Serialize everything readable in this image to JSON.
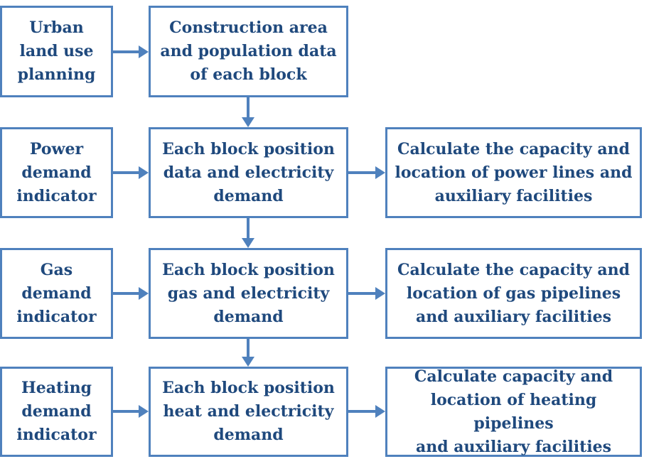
{
  "diagram": {
    "colors": {
      "border": "#4f81bd",
      "text": "#1f497d",
      "arrow": "#4f81bd"
    },
    "inputs": {
      "urban_planning": "Urban\nland use\nplanning",
      "power_indicator": "Power\ndemand\nindicator",
      "gas_indicator": "Gas\ndemand\nindicator",
      "heating_indicator": "Heating\ndemand\nindicator"
    },
    "blocks": {
      "construction_population": "Construction area\nand population data\nof each block",
      "power_demand": "Each block position\ndata and electricity\ndemand",
      "gas_demand": "Each block position\ngas and electricity\ndemand",
      "heat_demand": "Each block position\nheat and electricity\ndemand"
    },
    "outputs": {
      "power_calc": "Calculate the capacity and\nlocation of power lines and\nauxiliary facilities",
      "gas_calc": "Calculate the capacity and\nlocation of gas pipelines\nand auxiliary facilities",
      "heat_calc": "Calculate capacity and\nlocation of heating pipelines\nand auxiliary facilities"
    }
  }
}
